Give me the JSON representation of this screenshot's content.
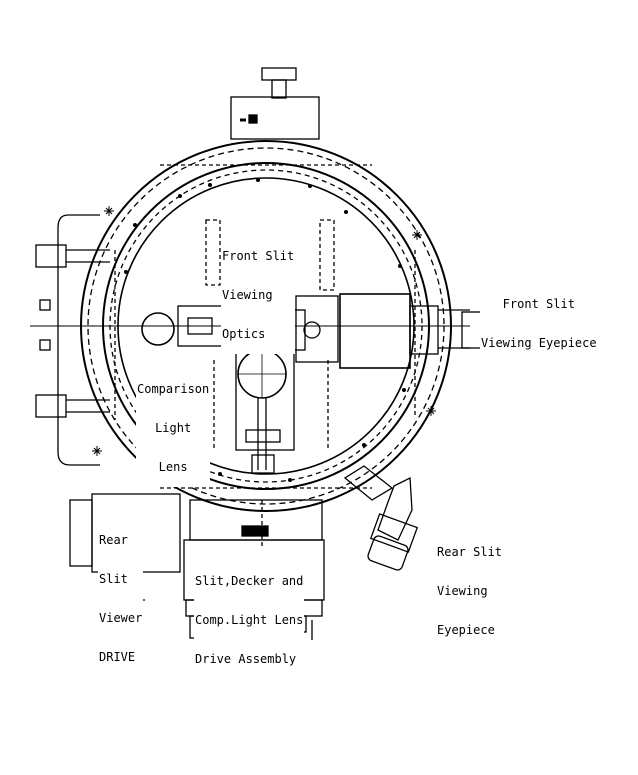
{
  "labels": {
    "front_slit_viewing_optics": [
      "Front Slit",
      "Viewing",
      "Optics"
    ],
    "front_slit_viewing_eyepiece": [
      "Front Slit",
      "Viewing Eyepiece"
    ],
    "comparison_light_lens": [
      "Comparison",
      "Light",
      "Lens"
    ],
    "rear_slit_viewer_drive": [
      "Rear",
      "Slit",
      "Viewer",
      "DRIVE"
    ],
    "slit_decker_drive_assembly": [
      "Slit,Decker and",
      "Comp.Light Lens",
      "Drive Assembly"
    ],
    "rear_slit_viewing_eyepiece": [
      "Rear Slit",
      "Viewing",
      "Eyepiece"
    ]
  }
}
